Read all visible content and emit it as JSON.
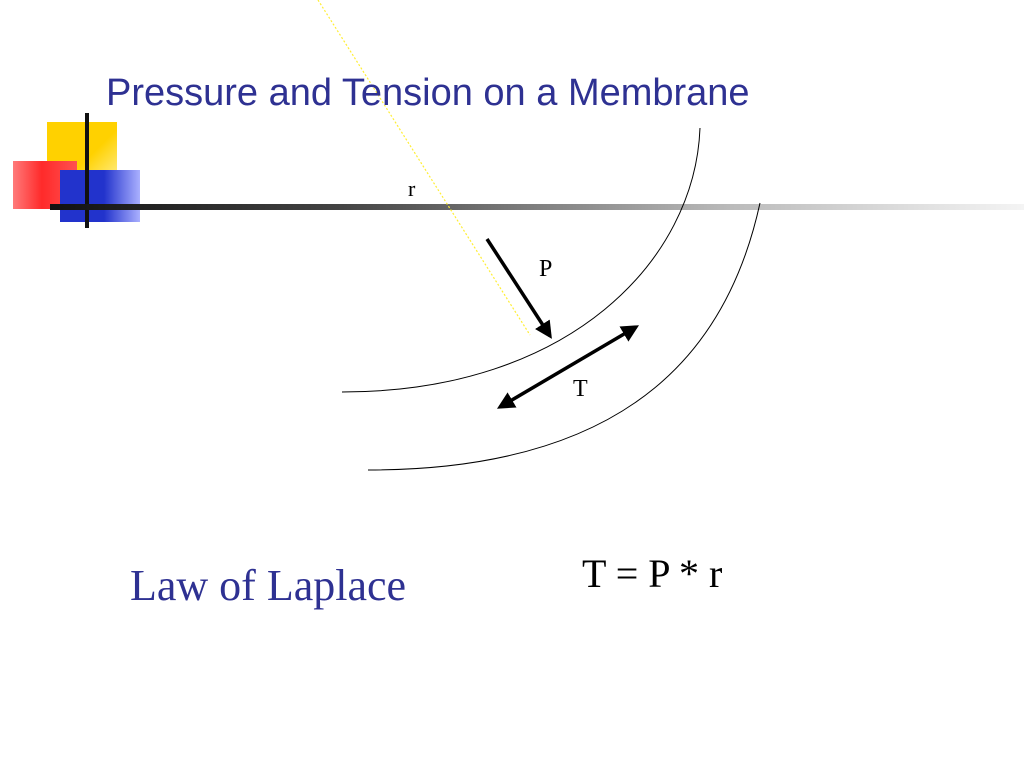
{
  "slide": {
    "title": "Pressure and Tension on a Membrane",
    "title_color": "#2e3192"
  },
  "diagram": {
    "radius_label": "r",
    "pressure_label": "P",
    "tension_label": "T",
    "radius_line_color": "#ffee33"
  },
  "law": {
    "name": "Law of Laplace",
    "equation": "T = P * r"
  },
  "decoration": {
    "yellow": "#ffd100",
    "red": "#ff2a2a",
    "blue": "#2233cc"
  }
}
